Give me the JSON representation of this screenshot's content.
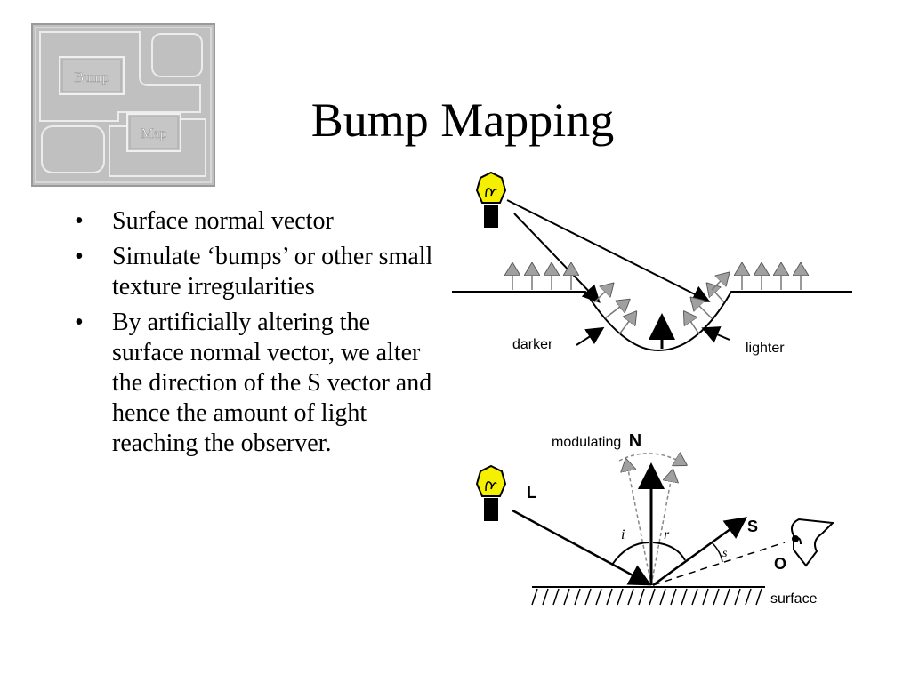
{
  "slide": {
    "title": "Bump Mapping",
    "logo": {
      "bump_label": "Bump",
      "map_label": "Map"
    },
    "bullets": [
      "Surface normal vector",
      "Simulate ‘bumps’ or other small texture irregularities",
      "By artificially altering the surface normal vector, we alter the direction of the S vector and hence the amount of light reaching the observer."
    ],
    "bullet_marker": "•",
    "diagram_top": {
      "darker_label": "darker",
      "lighter_label": "lighter"
    },
    "diagram_bottom": {
      "modulating_label": "modulating",
      "n_label": "N",
      "l_label": "L",
      "s_label": "S",
      "o_label": "O",
      "i_label": "i",
      "r_label": "r",
      "s_angle_label": "s",
      "surface_label": "surface"
    },
    "colors": {
      "bulb": "#f5f000",
      "logo_bg": "#c0c0c0",
      "arrow_gray": "#a0a0a0"
    }
  }
}
